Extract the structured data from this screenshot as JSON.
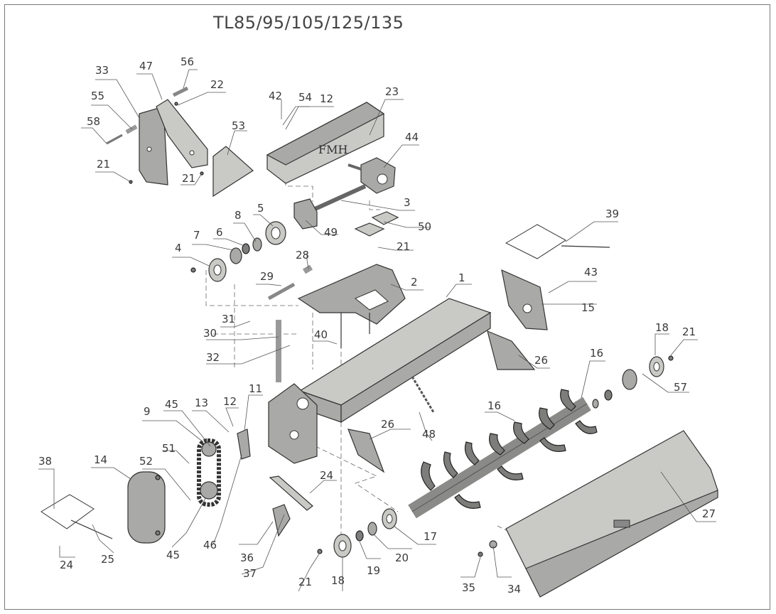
{
  "title": "TL85/95/105/125/135",
  "gearbox_plate_text": "FMH",
  "callouts": [
    "1",
    "2",
    "3",
    "4",
    "5",
    "6",
    "7",
    "8",
    "9",
    "11",
    "12",
    "12",
    "13",
    "14",
    "15",
    "16",
    "16",
    "17",
    "18",
    "18",
    "19",
    "20",
    "21",
    "21",
    "21",
    "21",
    "21",
    "22",
    "23",
    "24",
    "24",
    "25",
    "26",
    "26",
    "27",
    "28",
    "29",
    "30",
    "31",
    "32",
    "33",
    "34",
    "35",
    "36",
    "37",
    "38",
    "39",
    "40",
    "42",
    "43",
    "44",
    "45",
    "45",
    "46",
    "47",
    "48",
    "49",
    "50",
    "51",
    "52",
    "53",
    "54",
    "55",
    "56",
    "57",
    "58"
  ]
}
